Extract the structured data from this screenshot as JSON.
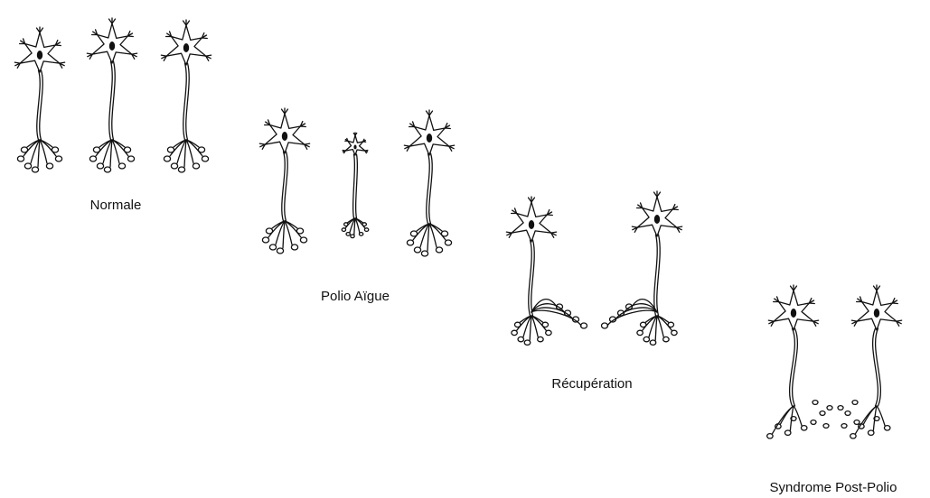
{
  "stages": [
    {
      "id": "normale",
      "label": "Normale"
    },
    {
      "id": "polio-aigue",
      "label": "Polio Aïgue"
    },
    {
      "id": "recuperation",
      "label": "Récupération"
    },
    {
      "id": "syndrome-post-polio",
      "label": "Syndrome Post-Polio"
    }
  ],
  "colors": {
    "ink": "#111111",
    "background": "#ffffff"
  }
}
